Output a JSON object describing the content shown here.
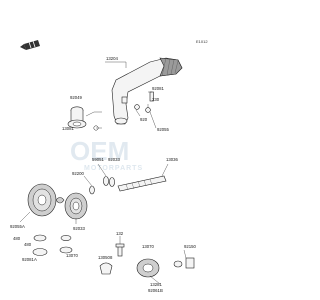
{
  "diagram": {
    "reference_code": "E1012",
    "watermark": {
      "main": "OEM",
      "sub": "MOTORPARTS"
    },
    "part_labels": [
      "13204",
      "92049",
      "13081",
      "92081",
      "230",
      "920",
      "92055",
      "13036",
      "59051",
      "92033",
      "92200",
      "92055A",
      "480",
      "92081A",
      "92033",
      "13070",
      "13070",
      "13281",
      "92150",
      "92061B",
      "132",
      "130508",
      "480"
    ]
  }
}
